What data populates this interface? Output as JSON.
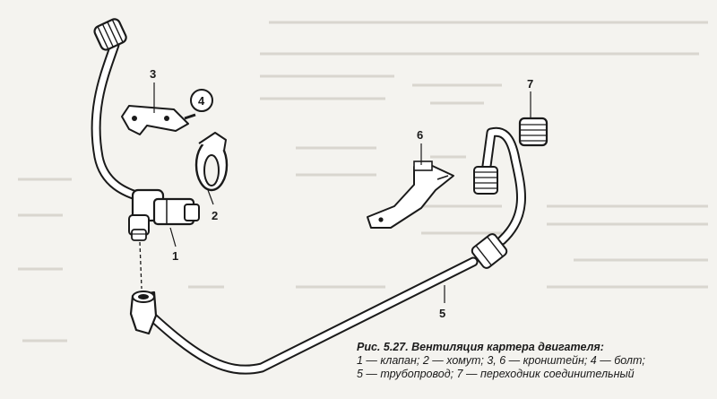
{
  "figure": {
    "caption_title": "Рис. 5.27. Вентиляция картера двигателя:",
    "caption_line1": "1 — клапан;   2 — хомут;   3,   6 — кронштейн;   4 — болт;",
    "caption_line2": "5 — трубопровод; 7 — переходник соединительный"
  },
  "callouts": [
    {
      "label": "1",
      "part": "valve"
    },
    {
      "label": "2",
      "part": "clamp"
    },
    {
      "label": "3",
      "part": "bracket"
    },
    {
      "label": "4",
      "part": "bolt"
    },
    {
      "label": "5",
      "part": "pipeline"
    },
    {
      "label": "6",
      "part": "bracket"
    },
    {
      "label": "7",
      "part": "connector-adapter"
    }
  ],
  "colors": {
    "line": "#1a1a1a",
    "paper": "#f4f3ef",
    "part_fill": "#ffffff"
  }
}
